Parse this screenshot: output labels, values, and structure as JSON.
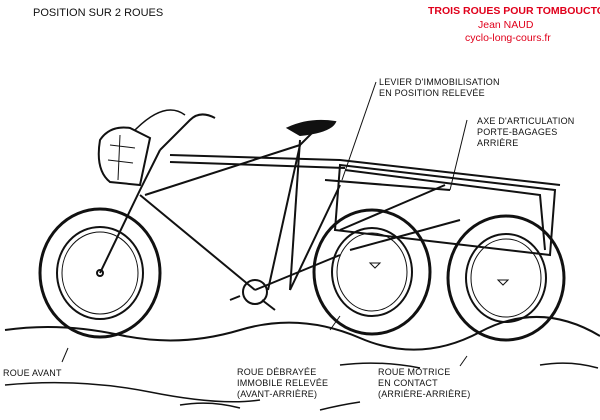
{
  "title": "POSITION SUR 2 ROUES",
  "credits": {
    "book": "TROIS ROUES POUR TOMBOUCTOU",
    "author": "Jean NAUD",
    "site": "cyclo-long-cours.fr"
  },
  "labels": {
    "lever": [
      "LEVIER D'IMMOBILISATION",
      "EN POSITION RELEVÉE"
    ],
    "axis": [
      "AXE D'ARTICULATION",
      "PORTE-BAGAGES",
      "ARRIÈRE"
    ],
    "front_wheel": [
      "ROUE AVANT"
    ],
    "raised_wheel": [
      "ROUE DÉBRAYÉE",
      "IMMOBILE RELEVÉE",
      "(AVANT-ARRIÈRE)"
    ],
    "drive_wheel": [
      "ROUE MOTRICE",
      "EN CONTACT",
      "(ARRIÈRE-ARRIÈRE)"
    ]
  },
  "colors": {
    "credit": "#e0001b",
    "ink": "#111111"
  }
}
